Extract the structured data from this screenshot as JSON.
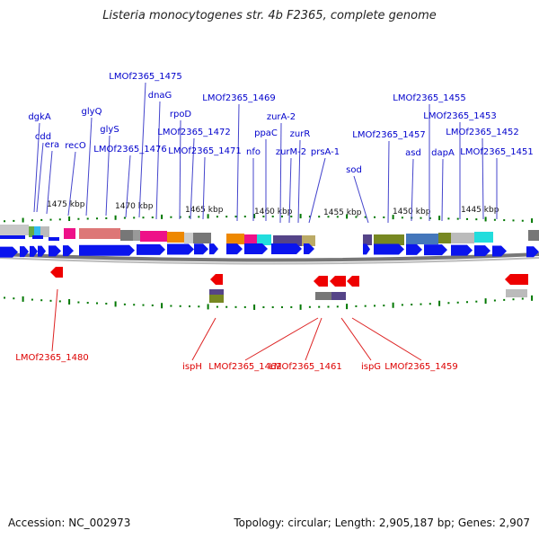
{
  "title": "Listeria monocytogenes str. 4b F2365, complete genome",
  "footer": {
    "accession": "Accession: NC_002973",
    "summary": "Topology: circular; Length: 2,905,187 bp; Genes: 2,907"
  },
  "colors": {
    "forward_label": "#0000cc",
    "reverse_label": "#dd0000",
    "forward_arrow": "#0a14ee",
    "reverse_arrow": "#ee0000",
    "tick": "#007700",
    "backbone": "#777777"
  },
  "ruler_labels": [
    "1475 kbp",
    "1470 kbp",
    "1465 kbp",
    "1460 kbp",
    "1455 kbp",
    "1450 kbp",
    "1445 kbp"
  ],
  "forward_genes": [
    "dgkA",
    "cdd",
    "era",
    "recO",
    "glyQ",
    "glyS",
    "LMOf2365_1476",
    "LMOf2365_1475",
    "dnaG",
    "rpoD",
    "LMOf2365_1472",
    "LMOf2365_1471",
    "LMOf2365_1469",
    "nfo",
    "ppaC",
    "zurA-2",
    "zurM-2",
    "zurR",
    "prsA-1",
    "sod",
    "LMOf2365_1457",
    "LMOf2365_1455",
    "asd",
    "dapA",
    "LMOf2365_1453",
    "LMOf2365_1452",
    "LMOf2365_1451"
  ],
  "reverse_genes": [
    "LMOf2365_1480",
    "ispH",
    "LMOf2365_1462",
    "LMOf2365_1461",
    "ispG",
    "LMOf2365_1459"
  ]
}
